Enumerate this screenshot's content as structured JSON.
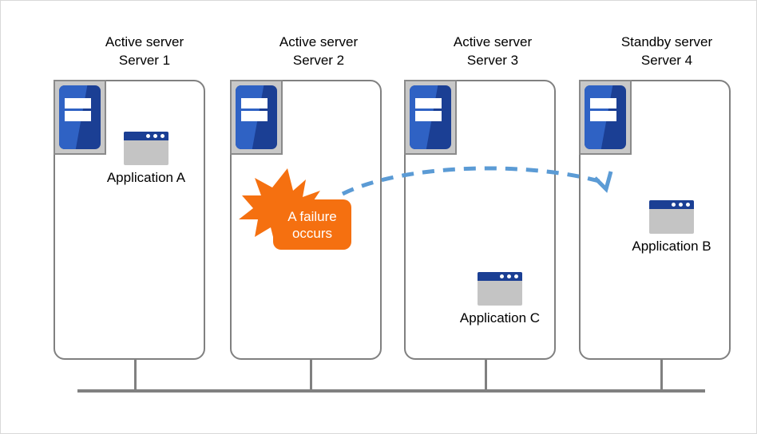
{
  "diagram": {
    "title": "Server failover cluster diagram",
    "colors": {
      "server_blue_dark": "#1b3f94",
      "server_blue_light": "#2f62c4",
      "icon_frame_gray": "#c8c8c8",
      "box_outline_gray": "#808080",
      "app_body_gray": "#c4c4c4",
      "failure_orange": "#f57010",
      "arrow_blue": "#5b9bd5",
      "page_border": "#d9d9d9"
    },
    "servers": [
      {
        "role": "Active server",
        "name": "Server 1",
        "icon": "server-rack-icon",
        "applications": [
          {
            "label": "Application A",
            "icon": "app-window-icon"
          }
        ]
      },
      {
        "role": "Active server",
        "name": "Server 2",
        "icon": "server-rack-icon",
        "applications": [],
        "failure": {
          "icon": "explosion-burst-icon",
          "line1": "A failure",
          "line2": "occurs"
        }
      },
      {
        "role": "Active server",
        "name": "Server 3",
        "icon": "server-rack-icon",
        "applications": [
          {
            "label": "Application  C",
            "icon": "app-window-icon"
          }
        ]
      },
      {
        "role": "Standby server",
        "name": "Server 4",
        "icon": "server-rack-icon",
        "applications": [
          {
            "label": "Application  B",
            "icon": "app-window-icon"
          }
        ]
      }
    ],
    "failover_arrow": {
      "icon": "dashed-curved-arrow-icon",
      "from": "Server 2",
      "to": "Server 4",
      "style": "dashed",
      "label": ""
    },
    "network": {
      "icon": "network-bus-icon",
      "label": ""
    }
  }
}
